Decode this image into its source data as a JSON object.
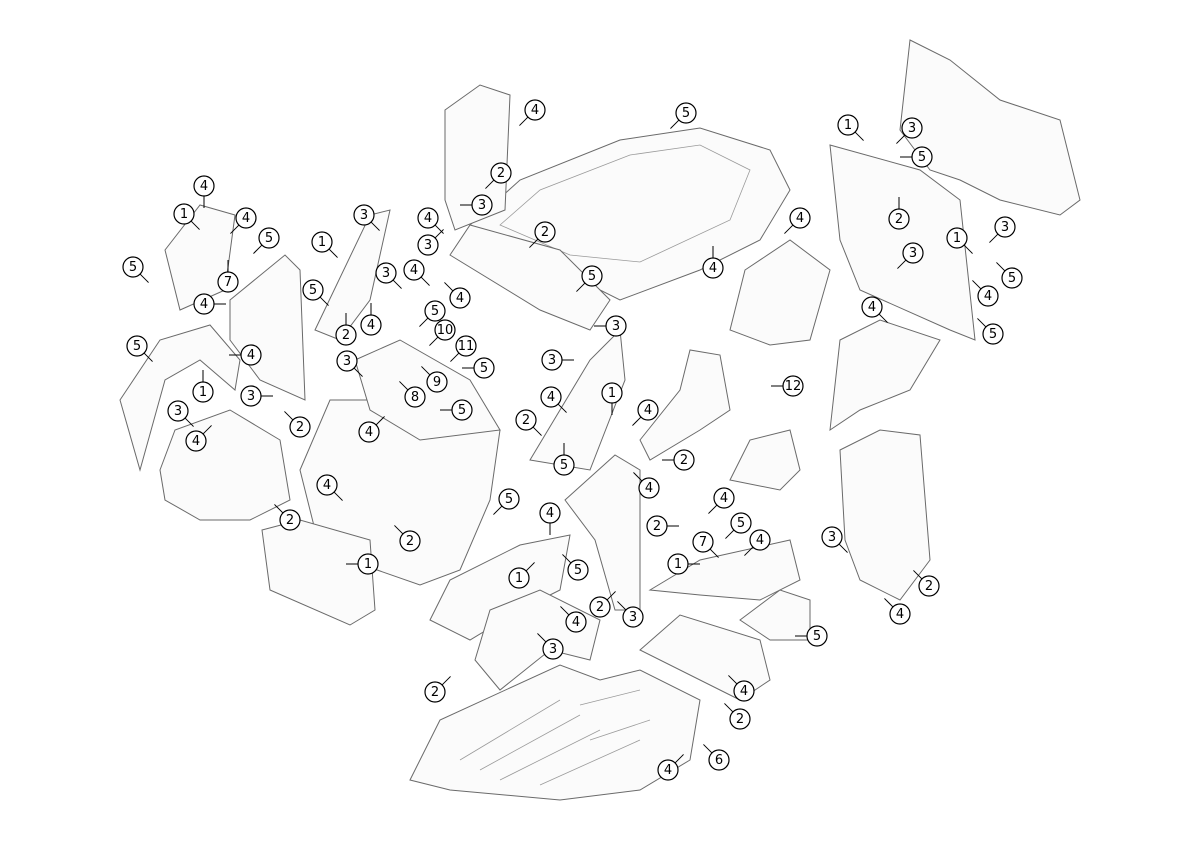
{
  "diagram": {
    "type": "exploded-parts-view",
    "callout_labels": [
      "5",
      "4",
      "2",
      "3",
      "4",
      "1",
      "4",
      "5",
      "7",
      "5",
      "3",
      "4",
      "3",
      "2",
      "1",
      "3",
      "4",
      "5",
      "4",
      "5",
      "4",
      "2",
      "4",
      "5",
      "10",
      "11",
      "5",
      "4",
      "3",
      "5",
      "9",
      "8",
      "1",
      "3",
      "5",
      "3",
      "3",
      "1",
      "4",
      "2",
      "4",
      "2",
      "5",
      "4",
      "3",
      "4",
      "2",
      "4",
      "4",
      "5",
      "2",
      "2",
      "4",
      "1",
      "2",
      "4",
      "5",
      "7",
      "4",
      "1",
      "1",
      "5",
      "2",
      "3",
      "4",
      "3",
      "2",
      "4",
      "2",
      "6",
      "4",
      "5",
      "3",
      "2",
      "4",
      "4",
      "4",
      "12",
      "4",
      "1",
      "3",
      "5",
      "2",
      "3",
      "1",
      "3",
      "5",
      "4",
      "5"
    ]
  }
}
